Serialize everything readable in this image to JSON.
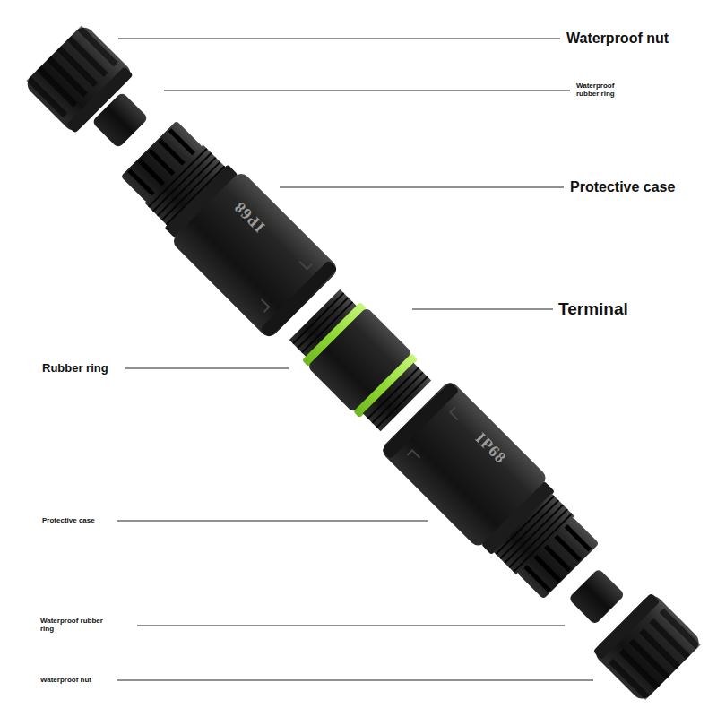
{
  "diagram": {
    "labels": [
      "Waterproof nut",
      "Waterproof rubber ring",
      "Protective case",
      "IP68",
      "Terminal",
      "Rubber ring",
      "IP68",
      "Protective case",
      "Waterproof rubber ring",
      "Waterproof nut"
    ]
  }
}
